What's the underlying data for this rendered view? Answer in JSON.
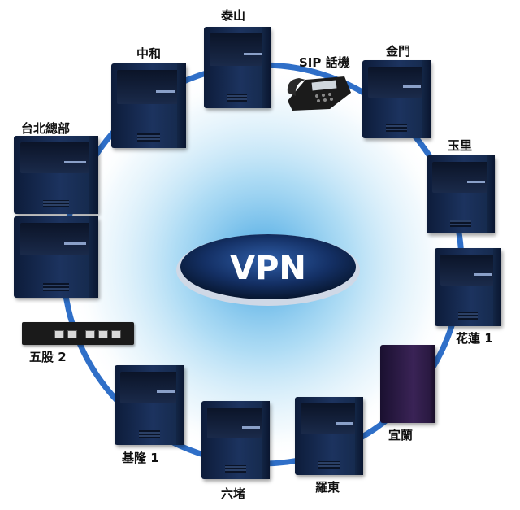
{
  "hub_label": "VPN",
  "colors": {
    "ring": "#2f6fc8",
    "hub_fill": "#0f2a5a",
    "glow": "#5fb8ea",
    "device": "#1c335f"
  },
  "nodes": {
    "taishan": "泰山",
    "zhonghe": "中和",
    "sip": "SIP 話機",
    "jinmen": "金門",
    "yuli": "玉里",
    "taipei": "台北總部",
    "hualien": "花蓮 1",
    "wugu": "五股 2",
    "yilan": "宜蘭",
    "keelung": "基隆 1",
    "luodong": "羅東",
    "liudu": "六堵"
  }
}
